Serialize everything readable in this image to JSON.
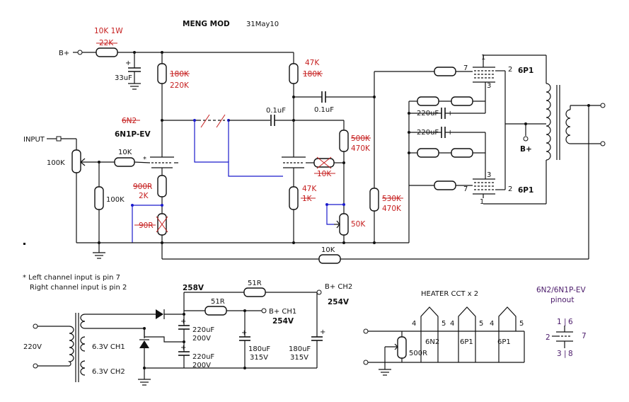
{
  "title": "MENG MOD",
  "date": "31May10",
  "bplus": "B+",
  "input": "INPUT",
  "r_input_pot": "100K",
  "r_grid1": "10K",
  "r_gridleak": "100K",
  "r_bplus_new": "10K 1W",
  "r_bplus_old": "22K",
  "c_bplus": "33uF",
  "r_load1_old": "180K",
  "r_load1_new": "220K",
  "tube1_old": "6N2",
  "tube1_new": "6N1P-EV",
  "r_k1_old": "900R",
  "r_k1_new": "2K",
  "r_k1b": "90R",
  "r_load2_new": "47K",
  "r_load2_old": "180K",
  "c_couple1": "0.1uF",
  "c_couple2": "0.1uF",
  "r_grid2": "10K",
  "r_k2_new": "47K",
  "r_k2_old": "1K",
  "r_pi_top_old": "500K",
  "r_pi_top_new": "470K",
  "r_pi_bal": "50K",
  "r_pi_bot_old": "530K",
  "r_pi_bot_new": "470K",
  "c_bypass_top": "220uF",
  "c_bypass_bot": "220uF",
  "power_tube_top": "6P1",
  "power_tube_bot": "6P1",
  "pin_7a": "7",
  "pin_2a": "2",
  "pin_1a": "1",
  "pin_3a": "3",
  "pin_7b": "7",
  "pin_2b": "2",
  "pin_1b": "1",
  "pin_3b": "3",
  "r_feedback": "10K",
  "note_line1": "* Left channel input is pin 7",
  "note_line2": "Right channel input is pin 2",
  "mains": "220V",
  "sec1": "6.3V CH1",
  "sec2": "6.3V CH2",
  "v_258": "258V",
  "r_psu1": "51R",
  "r_psu2": "51R",
  "bplus_ch1": "B+ CH1",
  "bplus_ch2": "B+ CH2",
  "v_254a": "254V",
  "v_254b": "254V",
  "c_psu1": "220uF",
  "c_psu1v": "200V",
  "c_psu2": "220uF",
  "c_psu2v": "200V",
  "c_psu3": "180uF",
  "c_psu3v": "315V",
  "c_psu4": "180uF",
  "c_psu4v": "315V",
  "heater_title": "HEATER CCT x 2",
  "heater_pot": "500R",
  "heater_t1": "6N2",
  "heater_t2": "6P1",
  "heater_t3": "6P1",
  "h_pin4": "4",
  "h_pin5": "5",
  "pinout_title1": "6N2/6N1P-EV",
  "pinout_title2": "pinout",
  "po_1": "1",
  "po_6": "6",
  "po_2": "2",
  "po_7": "7",
  "po_3": "3",
  "po_8": "8",
  "plus": "+"
}
